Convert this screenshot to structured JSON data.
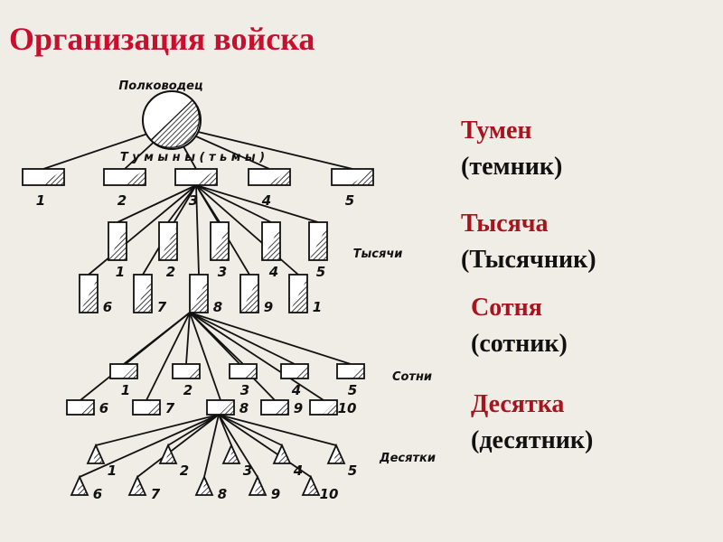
{
  "title": "Организация войска",
  "diagram": {
    "commander": "Полководец",
    "tumens_label": "Т у м ы н ы   ( т ь м ы )",
    "thousands_label": "Тысячи",
    "hundreds_label": "Сотни",
    "tens_label": "Десятки",
    "tumen_numbers": [
      "1",
      "2",
      "3",
      "4",
      "5"
    ],
    "thousand_numbers": [
      "1",
      "2",
      "3",
      "4",
      "5",
      "6",
      "7",
      "8",
      "9",
      "1"
    ],
    "hundred_numbers": [
      "1",
      "2",
      "3",
      "4",
      "5",
      "6",
      "7",
      "8",
      "9",
      "10"
    ],
    "ten_numbers": [
      "1",
      "2",
      "3",
      "4",
      "5",
      "6",
      "7",
      "8",
      "9",
      "10"
    ]
  },
  "legend": [
    {
      "unit": "Тумен",
      "leader": "(темник)"
    },
    {
      "unit": "Тысяча",
      "leader": "(Тысячник)"
    },
    {
      "unit": "Сотня",
      "leader": "(сотник)"
    },
    {
      "unit": "Десятка",
      "leader": "(десятник)"
    }
  ],
  "colors": {
    "accent": "#c8102e",
    "unit_label": "#a8141e",
    "text": "#111111",
    "background": "#f0ede6"
  }
}
